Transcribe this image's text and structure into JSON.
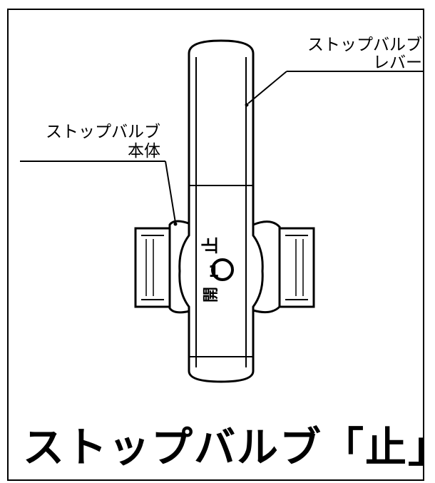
{
  "labels": {
    "lever_line1": "ストップバルブ",
    "lever_line2": "レバー",
    "body_line1": "ストップバルブ",
    "body_line2": "本体"
  },
  "valve_marks": {
    "stop": "止",
    "open": "開"
  },
  "caption": "ストップバルブ「止」"
}
